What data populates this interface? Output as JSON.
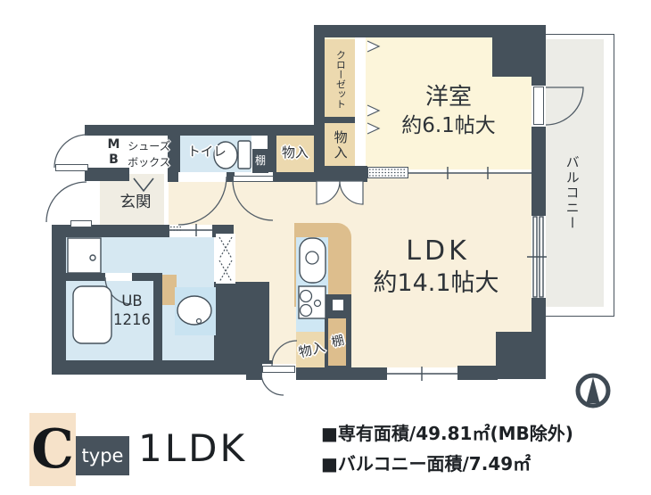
{
  "floor_plan": {
    "rooms": {
      "western_room": {
        "name": "洋室",
        "size": "約6.1帖大"
      },
      "ldk": {
        "name": "LDK",
        "size": "約14.1帖大"
      },
      "balcony": {
        "name": "バルコニー"
      },
      "entrance": {
        "name": "玄関"
      },
      "toilet": {
        "name": "トイレ"
      },
      "closet": {
        "name": "クローゼット"
      },
      "unit_bath": {
        "label": "UB",
        "size": "1216"
      },
      "meter_box": {
        "line1": "M",
        "line2": "B"
      },
      "shoe_box": {
        "name": "シューズボックス"
      },
      "storage": {
        "name": "物入"
      },
      "shelf": {
        "name": "棚"
      }
    },
    "footer": {
      "type_letter": "C",
      "type_word": "type",
      "layout": "1LDK",
      "exclusive_area": "■専有面積/49.81㎡(MB除外)",
      "balcony_area": "■バルコニー面積/7.49㎡"
    },
    "colors": {
      "wall": "#45515B",
      "room_cream": "#F9F0DC",
      "western_cream": "#FCF5DA",
      "wet_blue": "#D6E8F2",
      "wood_tan": "#DDBE8D",
      "closet_tan": "#ECD9AF",
      "balcony_gray": "#ECECE7",
      "footer_peach": "#F6E2C9"
    }
  }
}
